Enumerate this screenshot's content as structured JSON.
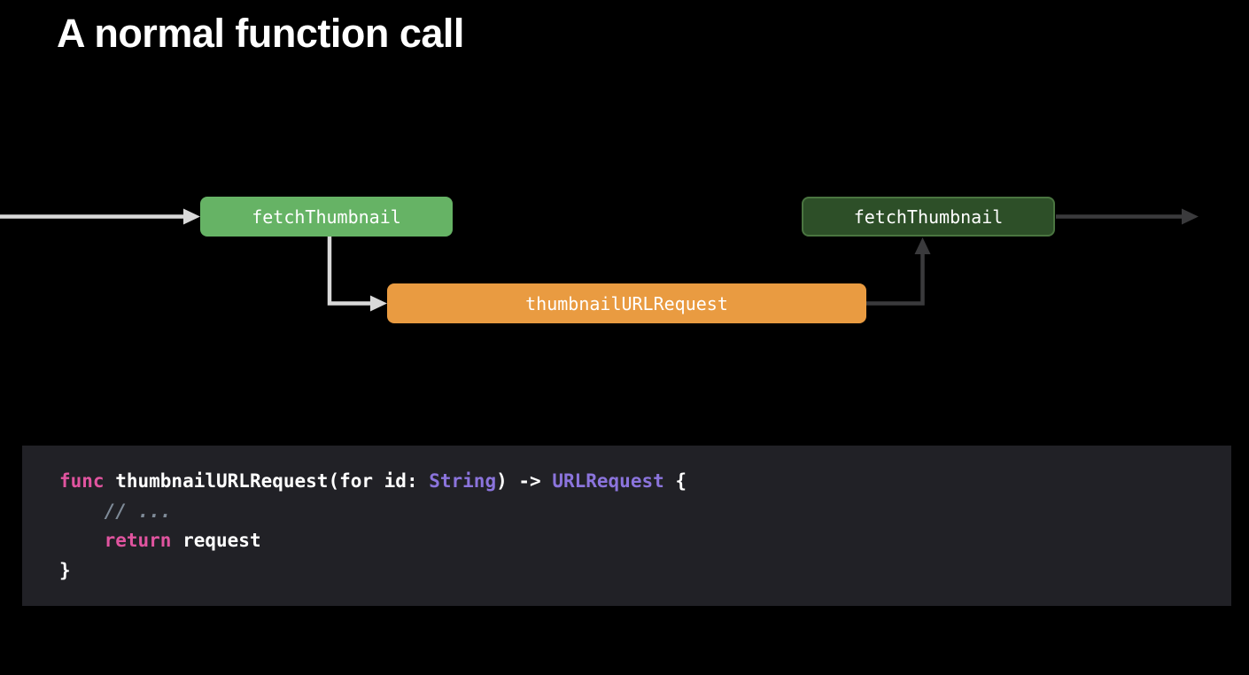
{
  "slide": {
    "title": "A normal function call"
  },
  "colors": {
    "background": "#000000",
    "bright_green": "#66b365",
    "dark_green_fill": "#2d4f28",
    "dark_green_border": "#4a7540",
    "orange": "#e99b41",
    "light_arrow": "#d9d9d9",
    "dark_arrow": "#3a3a3c",
    "code_bg": "#212126",
    "code_plain": "#ffffff",
    "keyword": "#e0549f",
    "type": "#8b74dc",
    "comment": "#7f8b98"
  },
  "diagram": {
    "boxes": [
      {
        "id": "caller",
        "label": "fetchThumbnail"
      },
      {
        "id": "request",
        "label": "thumbnailURLRequest"
      },
      {
        "id": "return",
        "label": "fetchThumbnail"
      }
    ],
    "arrows": [
      {
        "id": "incoming-call",
        "style": "light"
      },
      {
        "id": "call-into-request",
        "style": "light"
      },
      {
        "id": "return-from-request",
        "style": "dark"
      },
      {
        "id": "outgoing-return",
        "style": "dark"
      }
    ]
  },
  "code": {
    "lines": [
      {
        "segments": [
          {
            "text": "func",
            "style": "keyword"
          },
          {
            "text": " thumbnailURLRequest(for id: ",
            "style": "plain"
          },
          {
            "text": "String",
            "style": "type"
          },
          {
            "text": ") -> ",
            "style": "plain"
          },
          {
            "text": "URLRequest",
            "style": "type"
          },
          {
            "text": " {",
            "style": "plain"
          }
        ]
      },
      {
        "segments": [
          {
            "text": "    ",
            "style": "plain"
          },
          {
            "text": "// ...",
            "style": "comment"
          }
        ]
      },
      {
        "segments": [
          {
            "text": "    ",
            "style": "plain"
          },
          {
            "text": "return",
            "style": "keyword"
          },
          {
            "text": " request",
            "style": "plain"
          }
        ]
      },
      {
        "segments": [
          {
            "text": "}",
            "style": "plain"
          }
        ]
      }
    ]
  }
}
